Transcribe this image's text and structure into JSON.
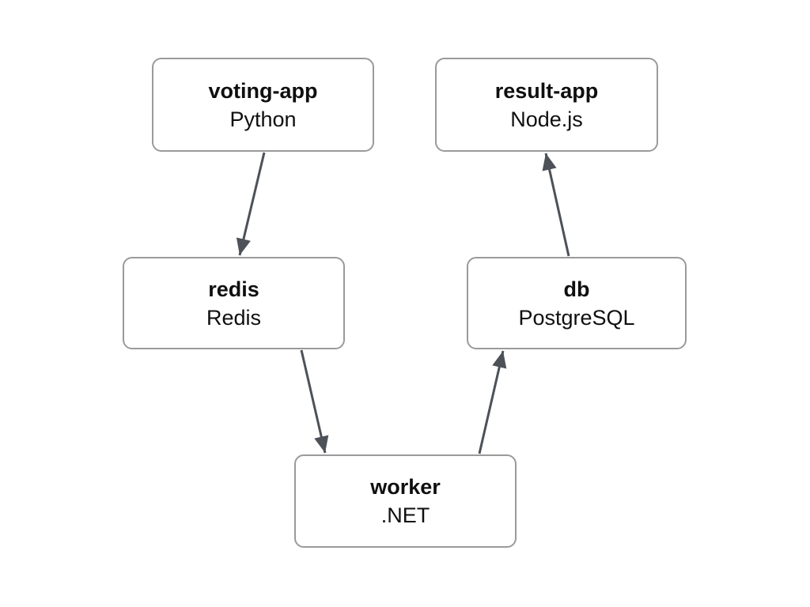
{
  "diagram": {
    "type": "architecture-flow",
    "nodes": [
      {
        "id": "voting-app",
        "name": "voting-app",
        "tech": "Python"
      },
      {
        "id": "result-app",
        "name": "result-app",
        "tech": "Node.js"
      },
      {
        "id": "redis",
        "name": "redis",
        "tech": "Redis"
      },
      {
        "id": "db",
        "name": "db",
        "tech": "PostgreSQL"
      },
      {
        "id": "worker",
        "name": "worker",
        "tech": ".NET"
      }
    ],
    "edges": [
      {
        "from": "voting-app",
        "to": "redis"
      },
      {
        "from": "redis",
        "to": "worker"
      },
      {
        "from": "worker",
        "to": "db"
      },
      {
        "from": "db",
        "to": "result-app"
      }
    ],
    "colors": {
      "canvas_background": "#ffffff",
      "node_background": "#ffffff",
      "node_border": "#9a9a9a",
      "arrow": "#4d5158",
      "text": "#0f0f0f"
    }
  }
}
